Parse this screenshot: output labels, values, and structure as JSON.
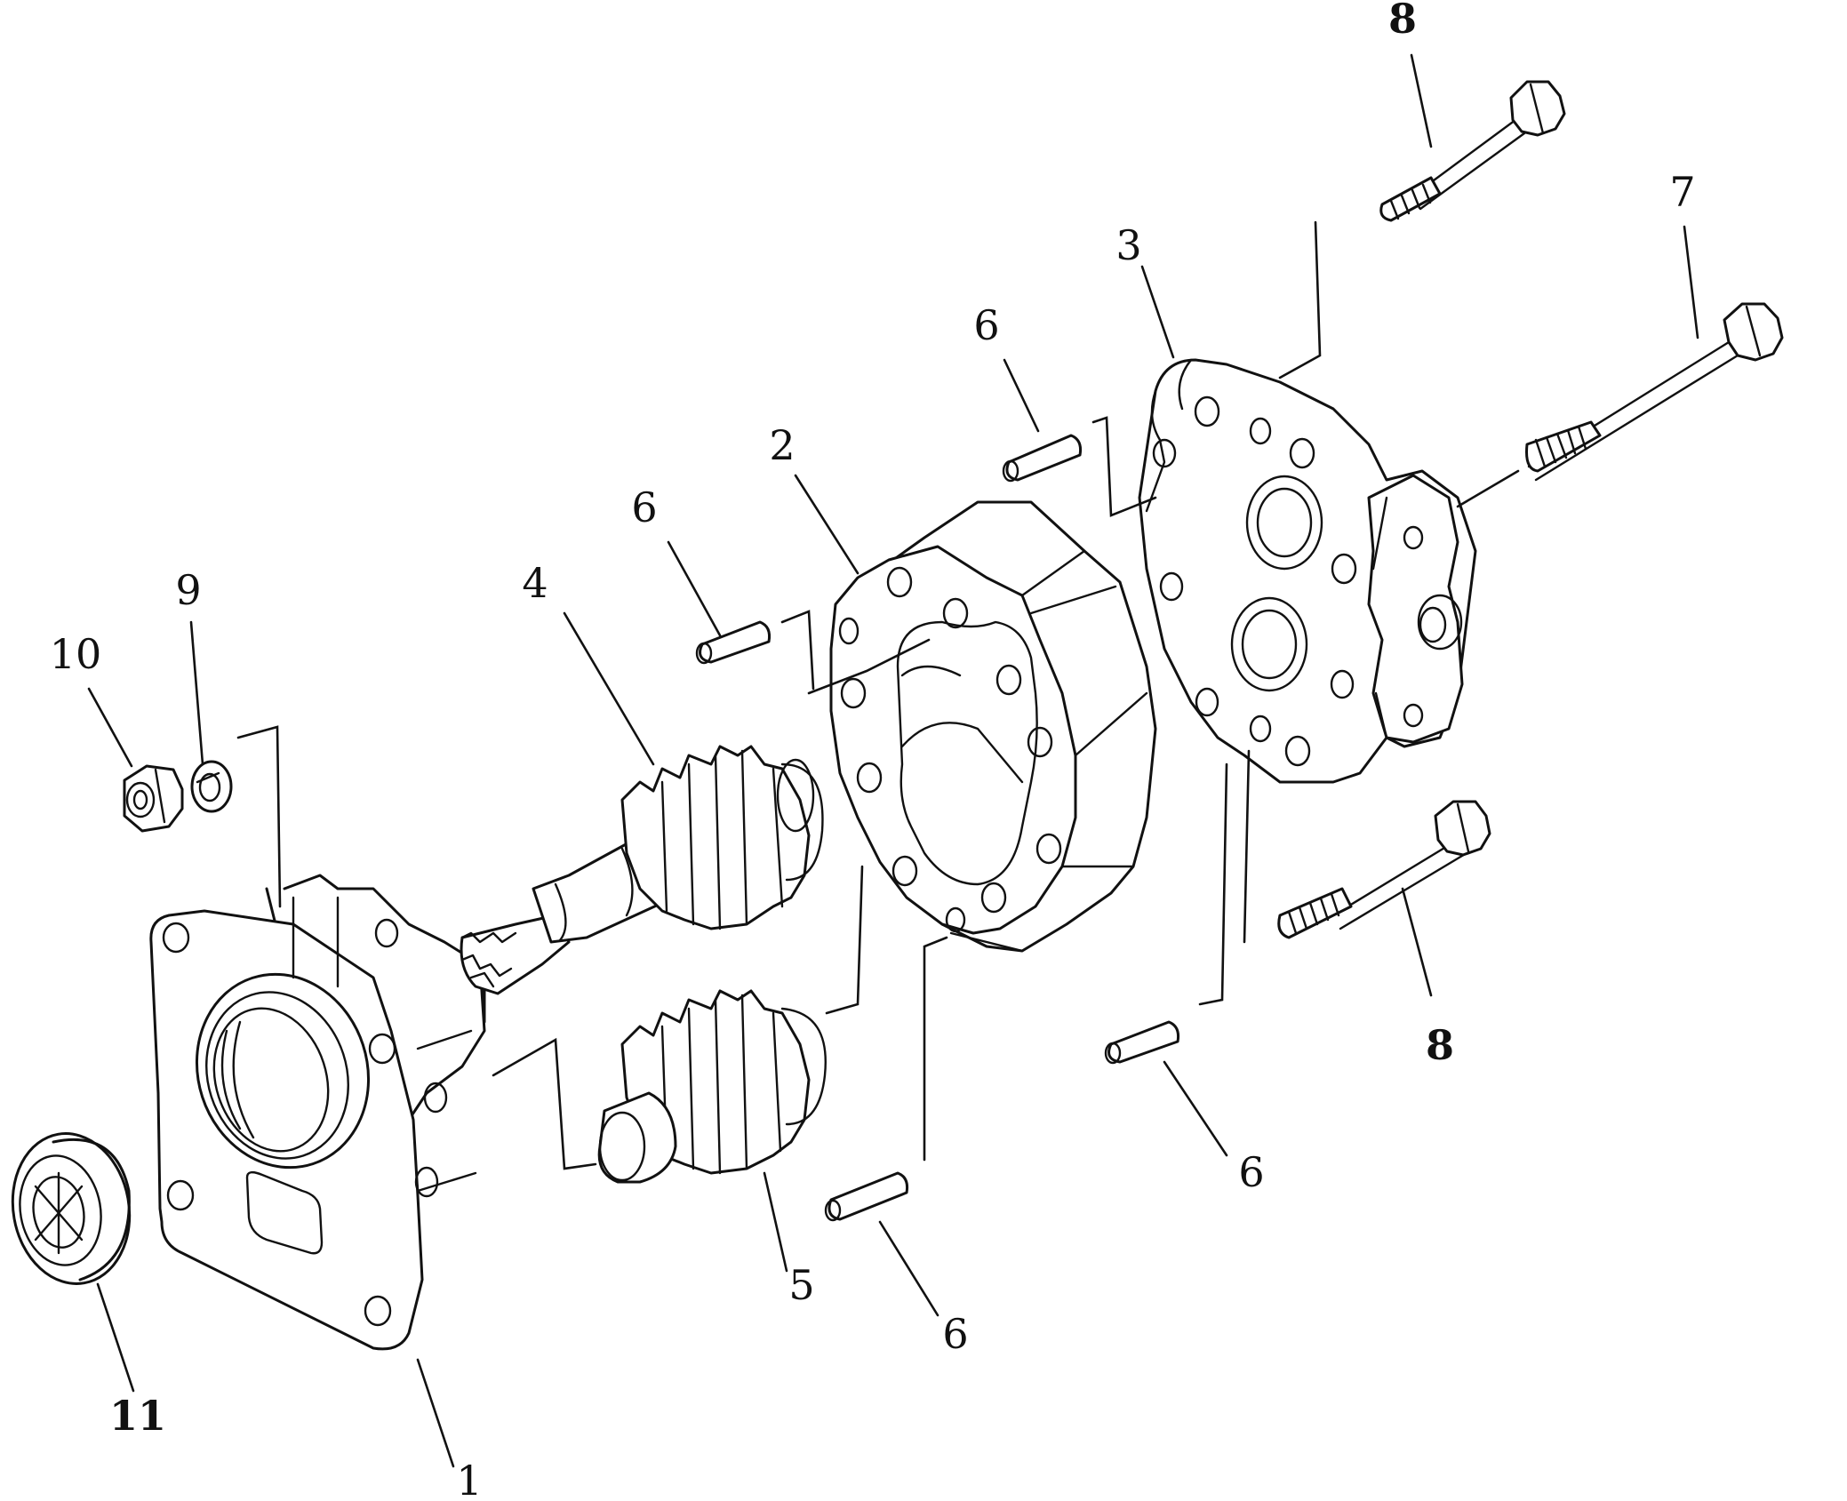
{
  "callouts": [
    {
      "id": "c1",
      "text": "1"
    },
    {
      "id": "c2",
      "text": "2"
    },
    {
      "id": "c3",
      "text": "3"
    },
    {
      "id": "c4",
      "text": "4"
    },
    {
      "id": "c5",
      "text": "5"
    },
    {
      "id": "c6a",
      "text": "6"
    },
    {
      "id": "c6b",
      "text": "6"
    },
    {
      "id": "c6c",
      "text": "6"
    },
    {
      "id": "c6d",
      "text": "6"
    },
    {
      "id": "c7",
      "text": "7"
    },
    {
      "id": "c8a",
      "text": "8"
    },
    {
      "id": "c8b",
      "text": "8"
    },
    {
      "id": "c9",
      "text": "9"
    },
    {
      "id": "c10",
      "text": "10"
    },
    {
      "id": "c11",
      "text": "11"
    }
  ]
}
